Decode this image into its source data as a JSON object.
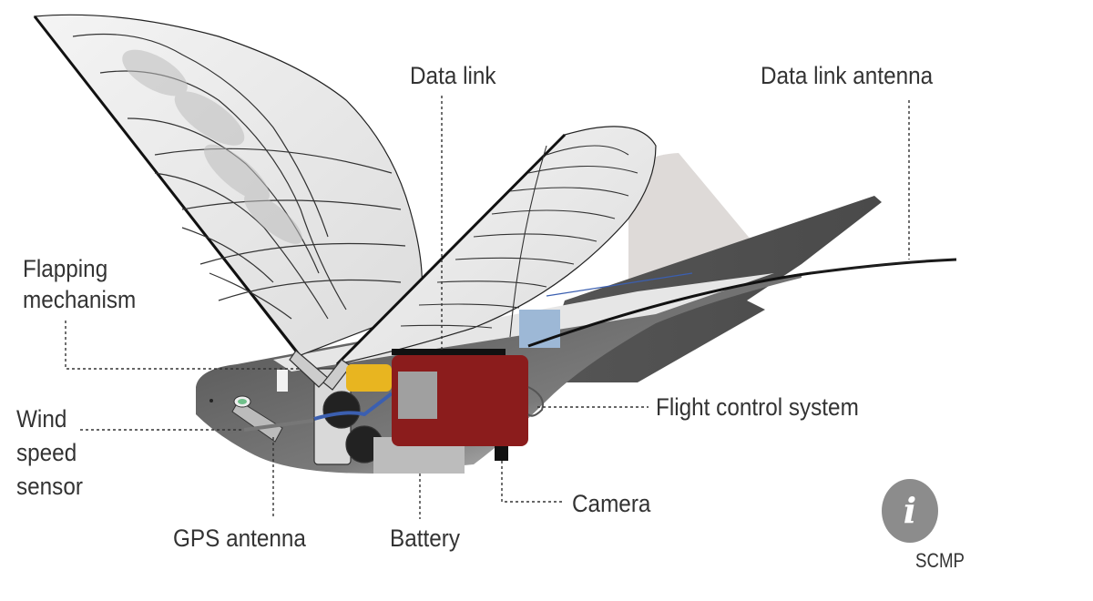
{
  "diagram": {
    "subject": "Bird-like flapping-wing drone",
    "labels": {
      "data_link": "Data link",
      "data_link_antenna": "Data link antenna",
      "flapping_mechanism_line1": "Flapping",
      "flapping_mechanism_line2": "mechanism",
      "wind_speed_sensor_line1": "Wind",
      "wind_speed_sensor_line2": "speed",
      "wind_speed_sensor_line3": "sensor",
      "gps_antenna": "GPS antenna",
      "battery": "Battery",
      "camera": "Camera",
      "flight_control_system": "Flight control system"
    },
    "info_icon_glyph": "i",
    "credit": "SCMP",
    "colors": {
      "body_dark": "#5a5a5a",
      "flight_controller": "#8b1c1c",
      "battery_accent": "#e8b520",
      "data_link_box": "#9db8d6",
      "wire_blue": "#3b5fb0",
      "info_badge": "#8c8c8c"
    }
  }
}
